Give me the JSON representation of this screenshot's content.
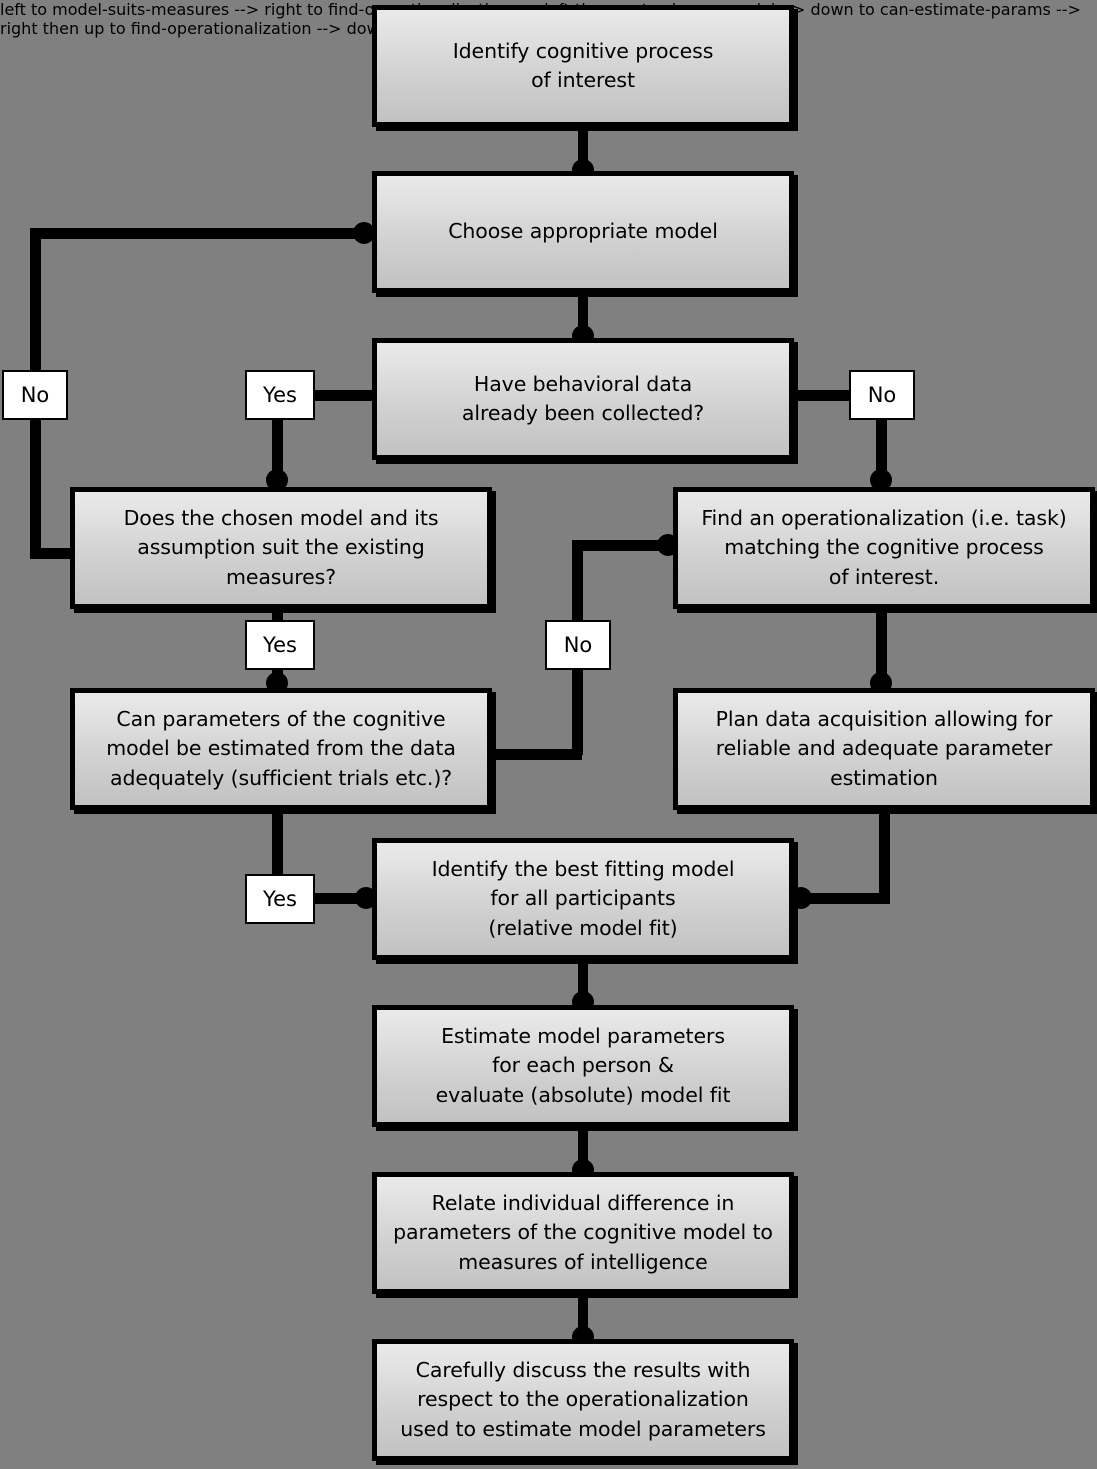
{
  "diagram": {
    "title": "Cognitive modeling research workflow flowchart",
    "background_color": "#808080",
    "node_fill_top": "#e9e9e9",
    "node_fill_bottom": "#c2c2c2",
    "node_border_color": "#000000",
    "label_fill": "#ffffff",
    "connector_color": "#000000"
  },
  "nodes": [
    {
      "id": "identify-process",
      "text": "Identify cognitive process\nof interest"
    },
    {
      "id": "choose-model",
      "text": "Choose appropriate model"
    },
    {
      "id": "have-data",
      "text": "Have behavioral data\nalready been collected?"
    },
    {
      "id": "model-suits-measures",
      "text": "Does the chosen model and its\nassumption suit the existing\nmeasures?"
    },
    {
      "id": "find-operationalization",
      "text": "Find an operationalization (i.e. task)\nmatching the cognitive process\nof interest."
    },
    {
      "id": "can-estimate-params",
      "text": "Can parameters of the cognitive\nmodel be estimated from the data\nadequately (sufficient trials etc.)?"
    },
    {
      "id": "plan-acquisition",
      "text": "Plan data acquisition allowing for\nreliable and adequate parameter\nestimation"
    },
    {
      "id": "best-fitting-model",
      "text": "Identify the best fitting model\nfor all participants\n(relative model fit)"
    },
    {
      "id": "estimate-params",
      "text": "Estimate model parameters\nfor each person &\nevaluate (absolute) model fit"
    },
    {
      "id": "relate-differences",
      "text": "Relate individual difference in\nparameters of the cognitive model to\nmeasures of intelligence"
    },
    {
      "id": "discuss-results",
      "text": "Carefully discuss the results with\nrespect to the operationalization\nused to estimate model parameters"
    }
  ],
  "labels": [
    {
      "id": "no-model-suits",
      "text": "No"
    },
    {
      "id": "yes-have-data",
      "text": "Yes"
    },
    {
      "id": "no-have-data",
      "text": "No"
    },
    {
      "id": "yes-model-suits",
      "text": "Yes"
    },
    {
      "id": "no-can-estimate",
      "text": "No"
    },
    {
      "id": "yes-can-estimate",
      "text": "Yes"
    }
  ]
}
